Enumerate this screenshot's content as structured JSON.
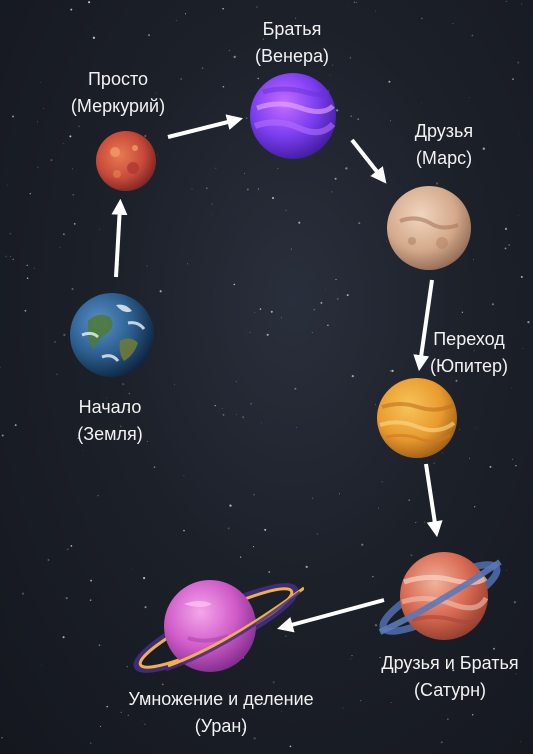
{
  "nodes": [
    {
      "id": "earth",
      "line1": "Начало",
      "line2": "(Земля)"
    },
    {
      "id": "mercury",
      "line1": "Просто",
      "line2": "(Меркурий)"
    },
    {
      "id": "venus",
      "line1": "Братья",
      "line2": "(Венера)"
    },
    {
      "id": "mars",
      "line1": "Друзья",
      "line2": "(Марс)"
    },
    {
      "id": "jupiter",
      "line1": "Переход",
      "line2": "(Юпитер)"
    },
    {
      "id": "saturn",
      "line1": "Друзья и Братья",
      "line2": "(Сатурн)"
    },
    {
      "id": "uranus",
      "line1": "Умножение и деление",
      "line2": "(Уран)"
    }
  ],
  "edges": [
    {
      "from": "earth",
      "to": "mercury"
    },
    {
      "from": "mercury",
      "to": "venus"
    },
    {
      "from": "venus",
      "to": "mars"
    },
    {
      "from": "mars",
      "to": "jupiter"
    },
    {
      "from": "jupiter",
      "to": "saturn"
    },
    {
      "from": "saturn",
      "to": "uranus"
    }
  ],
  "icons": {
    "earth": "earth-planet-icon",
    "mercury": "mercury-planet-icon",
    "venus": "venus-planet-icon",
    "mars": "mars-planet-icon",
    "jupiter": "jupiter-planet-icon",
    "saturn": "saturn-planet-icon",
    "uranus": "uranus-planet-icon"
  }
}
